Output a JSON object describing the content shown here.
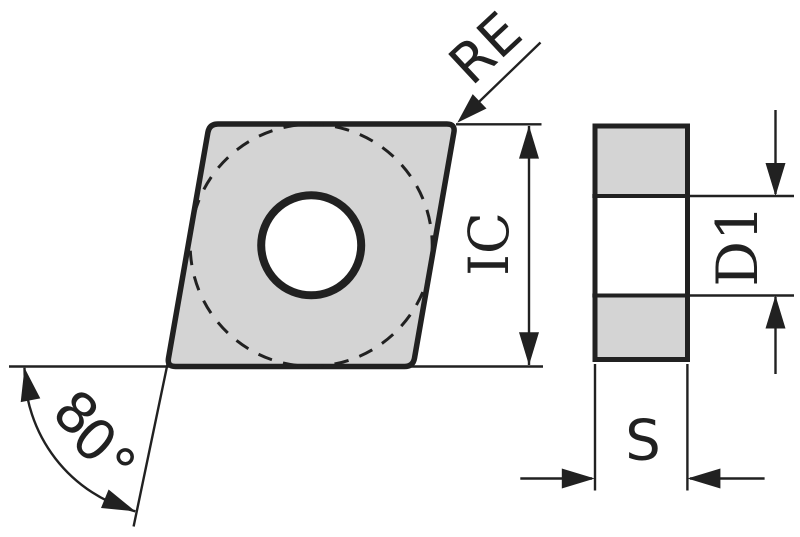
{
  "diagram": {
    "type": "technical-drawing",
    "subject": "80-degree rhombic (C-shape) indexable turning insert - front view and side view with dimension annotations",
    "labels": {
      "corner_radius": "RE",
      "inscribed_circle": "IC",
      "hole_diameter": "D1",
      "thickness": "S",
      "nose_angle": "80°"
    },
    "views": {
      "front": "rhombic insert outline with central mounting hole and dashed inscribed circle, nose angle 80°, corner radius RE, inscribed-circle diameter IC",
      "side": "insert thickness view split into three bands (gray / white / gray) with hole-bore diameter D1 and thickness S"
    },
    "colors": {
      "line": "#212121",
      "insert_fill": "#d4d4d4",
      "background": "#ffffff"
    }
  }
}
